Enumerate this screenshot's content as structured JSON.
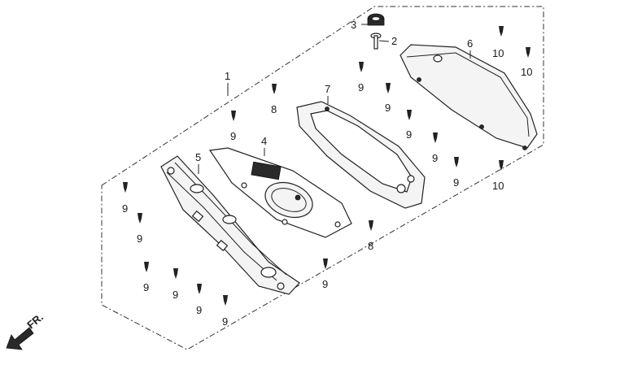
{
  "labels": {
    "part_1": "1",
    "part_2": "2",
    "part_3": "3",
    "part_4": "4",
    "part_5": "5",
    "part_6": "6",
    "part_7": "7",
    "screw_8": "8",
    "screw_9": "9",
    "screw_10": "10"
  },
  "direction": {
    "label": "FR."
  }
}
